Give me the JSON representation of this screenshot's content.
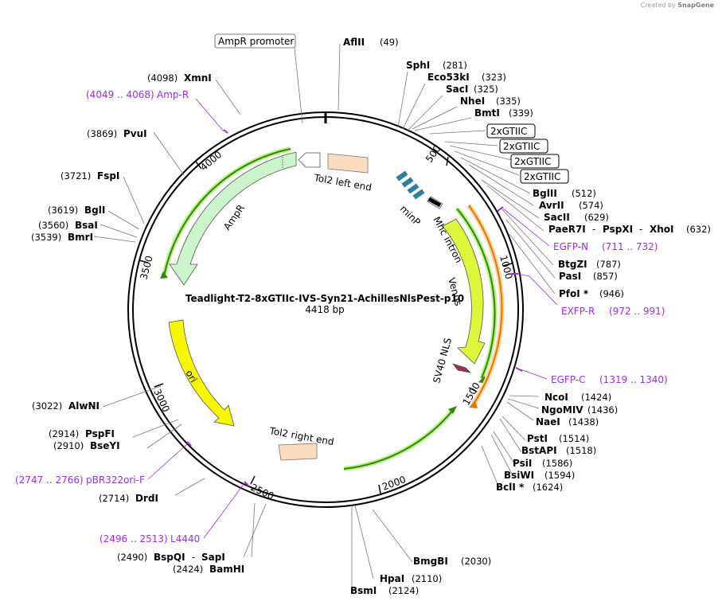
{
  "credit": {
    "text": "Created by",
    "brand": "SnapGene"
  },
  "map": {
    "name": "Teadlight-T2-8xGTIIc-IVS-Syn21-AchillesNlsPest-p10",
    "length": "4418 bp"
  },
  "ticks": [
    "500",
    "1000",
    "1500",
    "2000",
    "2500",
    "3000",
    "3500",
    "4000"
  ],
  "features": {
    "ampr": "AmpR",
    "ori": "ori",
    "venus": "Venus",
    "sv40": "SV40 NLS",
    "mhc": "Mhc intron",
    "minp": "minP",
    "tol2_left": "Tol2 left end",
    "tol2_right": "Tol2 right end",
    "ampr_promoter": "AmpR promoter",
    "gtiic": [
      "2xGTIIC",
      "2xGTIIC",
      "2xGTIIC",
      "2xGTIIC"
    ]
  },
  "enzymes": {
    "aflii": {
      "name": "AflII",
      "pos": "(49)"
    },
    "sphi": {
      "name": "SphI",
      "pos": "(281)"
    },
    "eco53ki": {
      "name": "Eco53kI",
      "pos": "(323)"
    },
    "saci": {
      "name": "SacI",
      "pos": "(325)"
    },
    "nhei": {
      "name": "NheI",
      "pos": "(335)"
    },
    "bmti": {
      "name": "BmtI",
      "pos": "(339)"
    },
    "bglii": {
      "name": "BglII",
      "pos": "(512)"
    },
    "avrii": {
      "name": "AvrII",
      "pos": "(574)"
    },
    "sacii": {
      "name": "SacII",
      "pos": "(629)"
    },
    "paer7i": {
      "name": "PaeR7I",
      "sep1": "-",
      "name2": "PspXI",
      "sep2": "-",
      "name3": "XhoI",
      "pos": "(632)"
    },
    "btgzi": {
      "name": "BtgZI",
      "pos": "(787)"
    },
    "pasi": {
      "name": "PasI",
      "pos": "(857)"
    },
    "pfoi": {
      "name": "PfoI *",
      "pos": "(946)"
    },
    "ncoi": {
      "name": "NcoI",
      "pos": "(1424)"
    },
    "ngomiv": {
      "name": "NgoMIV",
      "pos": "(1436)"
    },
    "naei": {
      "name": "NaeI",
      "pos": "(1438)"
    },
    "psti": {
      "name": "PstI",
      "pos": "(1514)"
    },
    "bstapi": {
      "name": "BstAPI",
      "pos": "(1518)"
    },
    "psii": {
      "name": "PsiI",
      "pos": "(1586)"
    },
    "bsiwi": {
      "name": "BsiWI",
      "pos": "(1594)"
    },
    "bcli": {
      "name": "BclI *",
      "pos": "(1624)"
    },
    "bmgbi": {
      "name": "BmgBI",
      "pos": "(2030)"
    },
    "hpai": {
      "name": "HpaI",
      "pos": "(2110)"
    },
    "bsmi": {
      "name": "BsmI",
      "pos": "(2124)"
    },
    "bamhi": {
      "name": "BamHI",
      "pos": "(2424)"
    },
    "bspqi": {
      "name": "BspQI",
      "sep": "-",
      "name2": "SapI",
      "pos": "(2490)"
    },
    "drdi": {
      "name": "DrdI",
      "pos": "(2714)"
    },
    "bseyi": {
      "name": "BseYI",
      "pos": "(2910)"
    },
    "pspfi": {
      "name": "PspFI",
      "pos": "(2914)"
    },
    "alwni": {
      "name": "AlwNI",
      "pos": "(3022)"
    },
    "bmri": {
      "name": "BmrI",
      "pos": "(3539)"
    },
    "bsai": {
      "name": "BsaI",
      "pos": "(3560)"
    },
    "bgli": {
      "name": "BglI",
      "pos": "(3619)"
    },
    "fspi": {
      "name": "FspI",
      "pos": "(3721)"
    },
    "pvui": {
      "name": "PvuI",
      "pos": "(3869)"
    },
    "xmni": {
      "name": "XmnI",
      "pos": "(4098)"
    }
  },
  "primers": {
    "egfpn": {
      "name": "EGFP-N",
      "range": "(711 .. 732)"
    },
    "exfpr": {
      "name": "EXFP-R",
      "range": "(972 .. 991)"
    },
    "egfpc": {
      "name": "EGFP-C",
      "range": "(1319 .. 1340)"
    },
    "l4440": {
      "name": "L4440",
      "range": "(2496 .. 2513)"
    },
    "pbr322": {
      "name": "pBR322ori-F",
      "range": "(2747 .. 2766)"
    },
    "ampr": {
      "name": "Amp-R",
      "range": "(4049 .. 4068)"
    }
  },
  "colors": {
    "ampr": "#ccf5cc",
    "ori": "#f7f700",
    "venus": "#ddf73a",
    "sv40": "#9a3060",
    "tol2": "#fcdcbf",
    "primer": "#9b30d9",
    "orf_green": "#2e8b00",
    "orf_orange": "#e07800"
  }
}
